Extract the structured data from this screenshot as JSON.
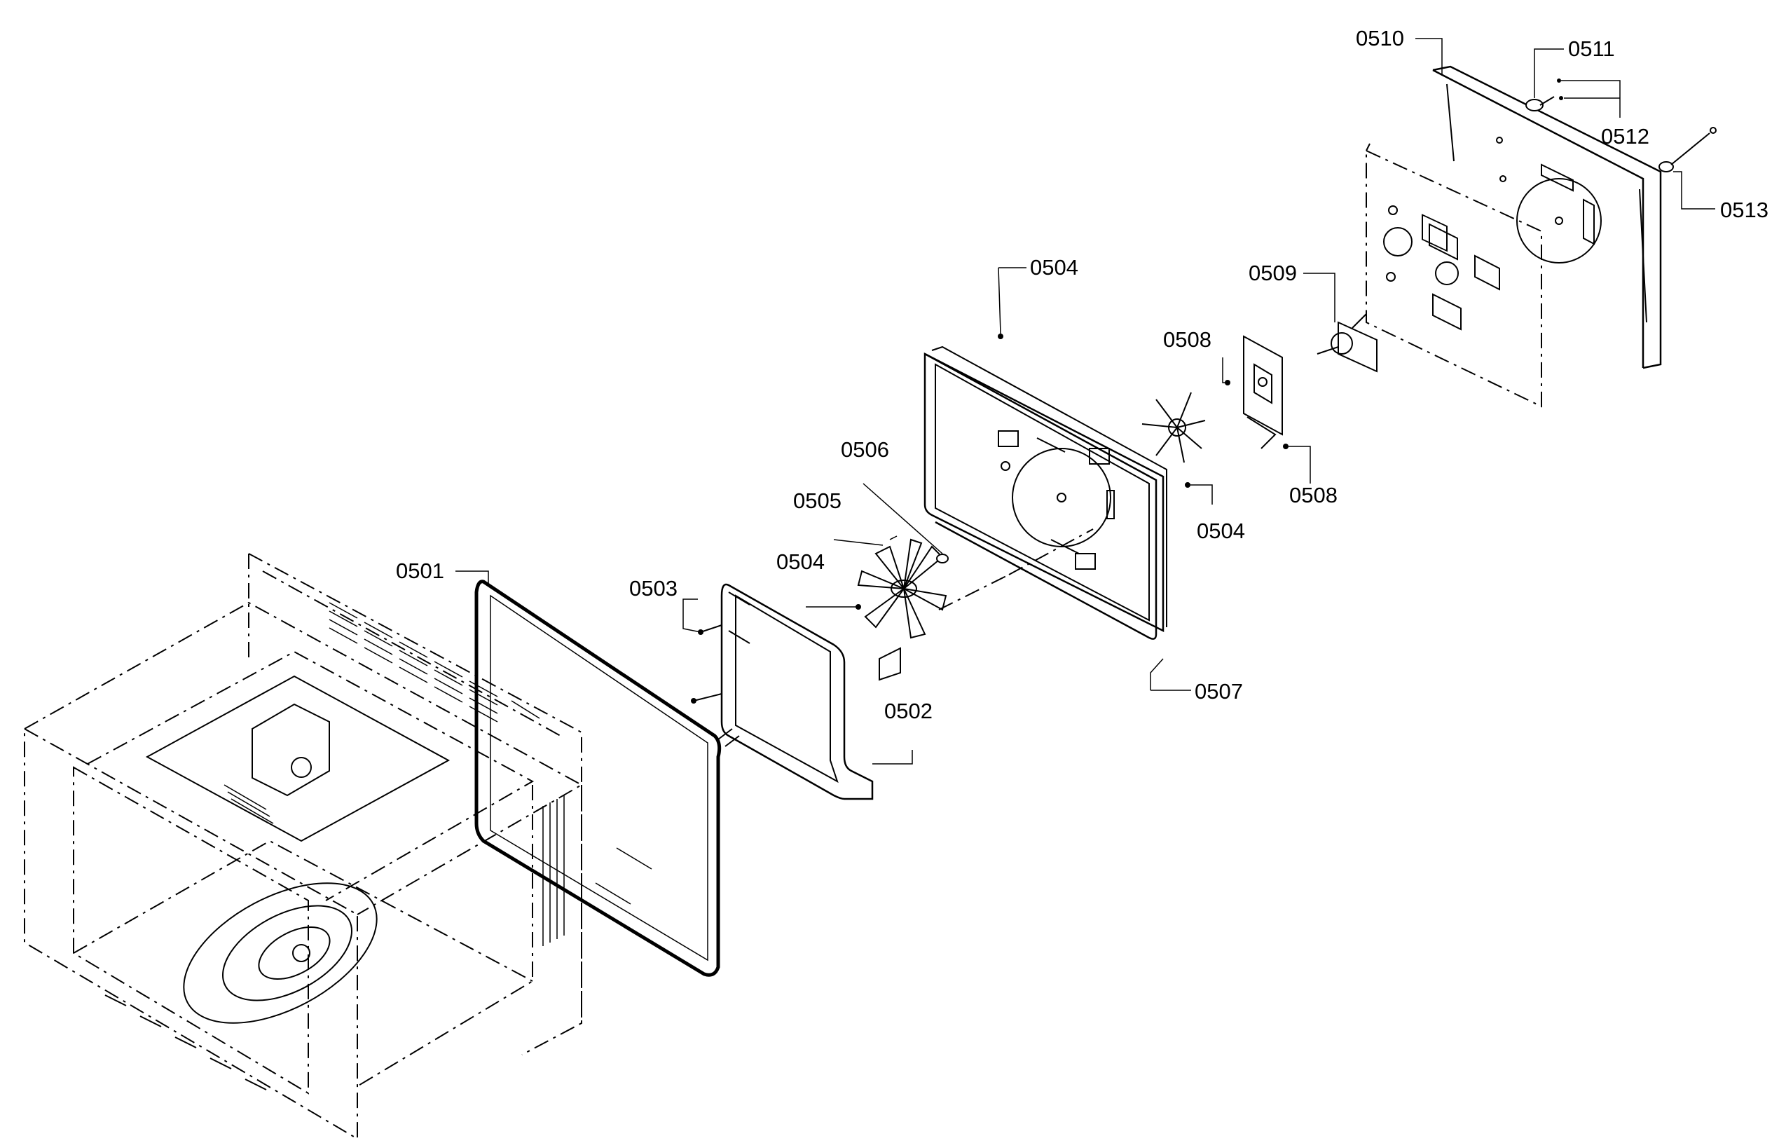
{
  "labels": {
    "p0501": "0501",
    "p0502": "0502",
    "p0503": "0503",
    "p0504a": "0504",
    "p0504b": "0504",
    "p0504c": "0504",
    "p0505": "0505",
    "p0506": "0506",
    "p0507": "0507",
    "p0508a": "0508",
    "p0508b": "0508",
    "p0509": "0509",
    "p0510": "0510",
    "p0511": "0511",
    "p0512": "0512",
    "p0513": "0513"
  }
}
